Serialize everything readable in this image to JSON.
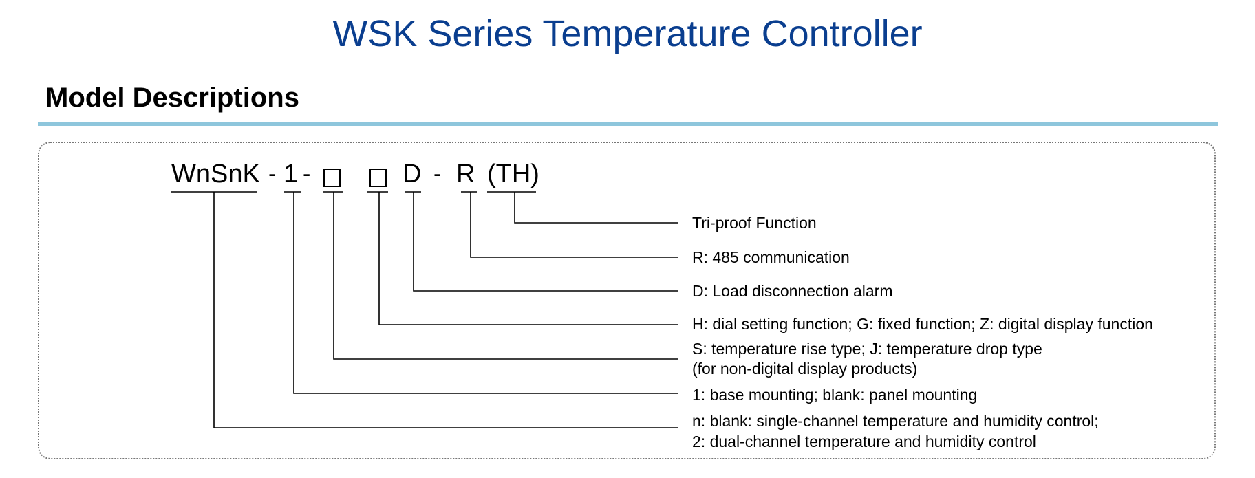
{
  "page": {
    "title": "WSK Series Temperature Controller",
    "section_heading": "Model Descriptions"
  },
  "model_code": {
    "prefix": "WnSnK",
    "separator": "-",
    "mounting_code": "1",
    "alarm_code": "D",
    "comm_code": "R",
    "triproof_code": "(TH)"
  },
  "descriptions": {
    "triproof": "Tri-proof Function",
    "comm": "R: 485 communication",
    "alarm": "D: Load disconnection alarm",
    "function": "H: dial setting function; G: fixed function; Z: digital display function",
    "type_line1": "S: temperature rise type; J: temperature drop type",
    "type_line2": "(for non-digital display products)",
    "mounting": "1: base mounting; blank: panel mounting",
    "channel_line1": "n: blank: single-channel temperature and humidity control;",
    "channel_line2": "2: dual-channel temperature and humidity control"
  }
}
